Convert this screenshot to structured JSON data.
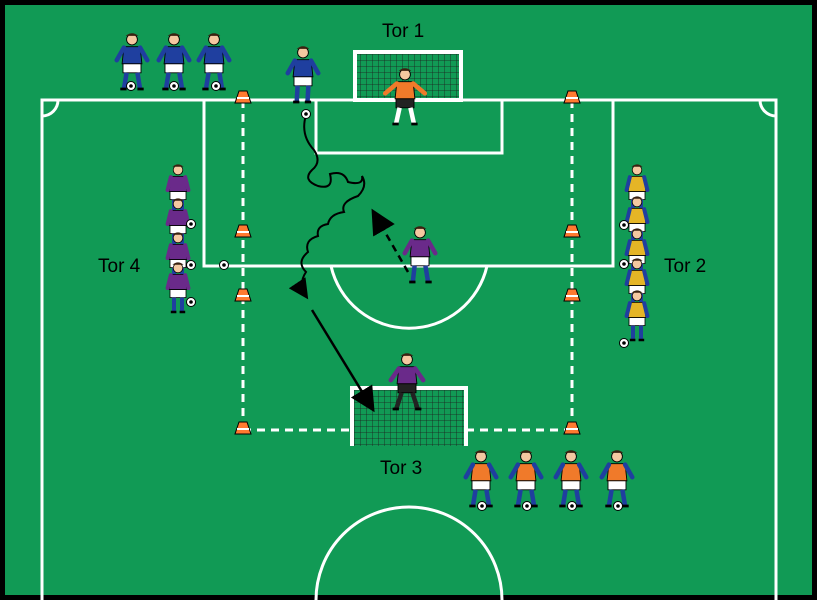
{
  "labels": {
    "goal_1": "Tor 1",
    "goal_2": "Tor 2",
    "goal_3": "Tor 3",
    "goal_4": "Tor 4"
  },
  "colors": {
    "pitch": "#119a55",
    "border": "#000000",
    "lines": "#ffffff",
    "team_blue_shirt": "#1f3f9f",
    "team_purple_shirt": "#6a2a8a",
    "team_yellow_shirt": "#e5b526",
    "team_orange_bib": "#f07a2a",
    "goalkeeper_orange": "#f07a2a",
    "cone": "#ff7a30"
  },
  "groups": {
    "top_left_waiting": 3,
    "left_queue": 4,
    "right_queue": 5,
    "bottom_orange": 4
  },
  "icons": [
    "goal-net",
    "cone",
    "ball",
    "player",
    "dribble-path",
    "pass-arrow"
  ]
}
